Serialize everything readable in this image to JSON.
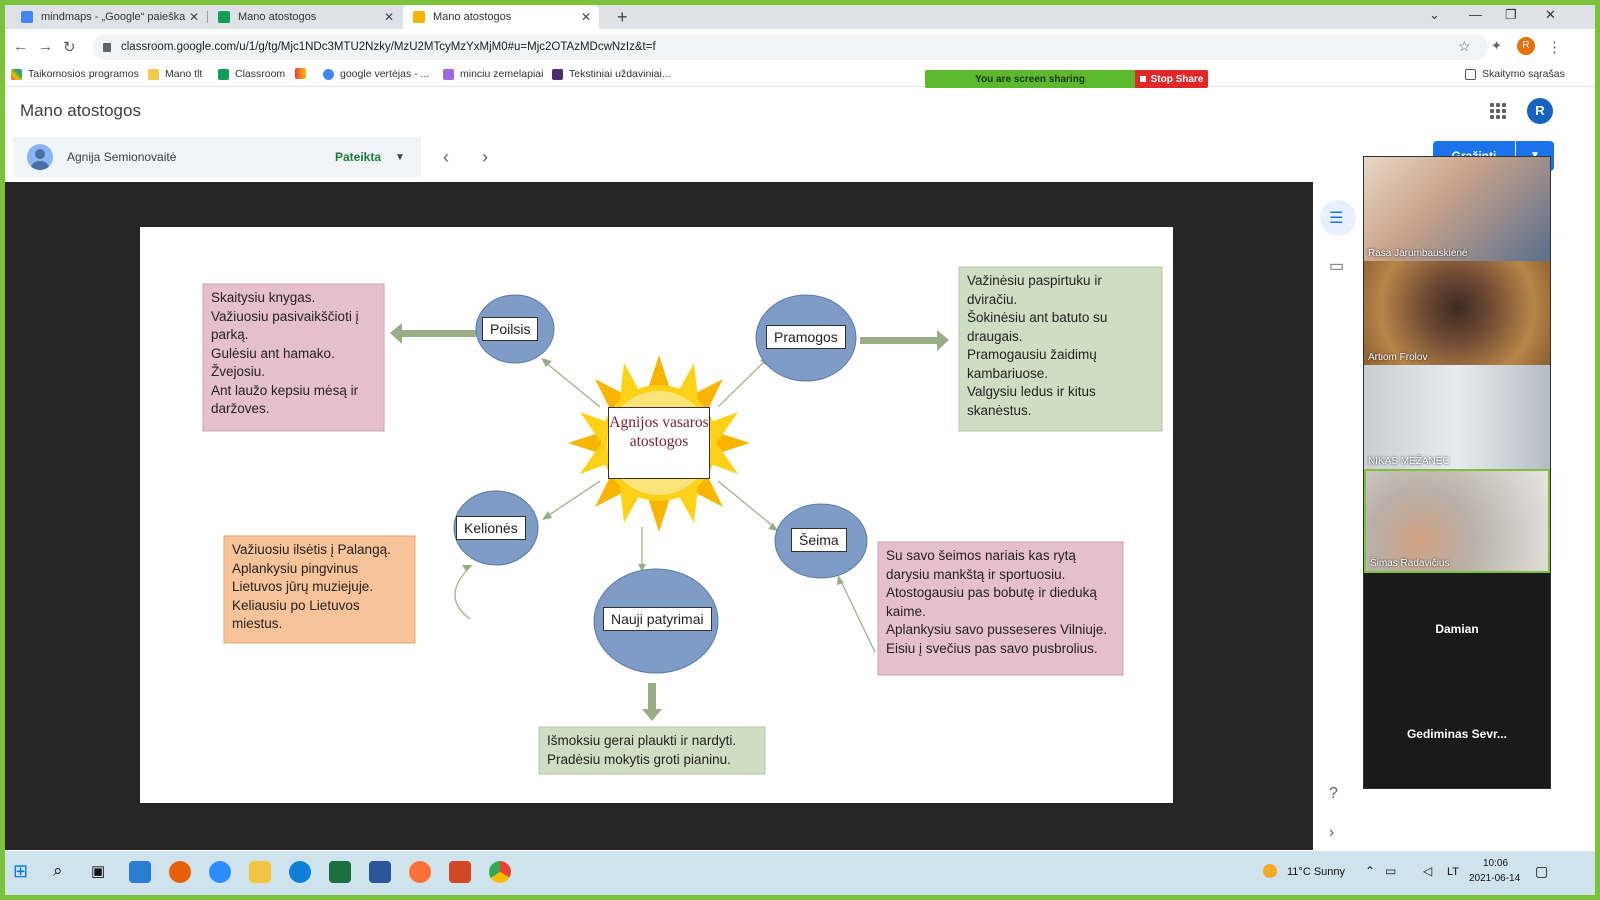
{
  "browser": {
    "tabs": [
      {
        "title": "mindmaps - „Google“ paieška",
        "active": false
      },
      {
        "title": "Mano atostogos",
        "active": false
      },
      {
        "title": "Mano atostogos",
        "active": true
      }
    ],
    "url": "classroom.google.com/u/1/g/tg/Mjc1NDc3MTU2Nzky/MzU2MTcyMzYxMjM0#u=Mjc2OTAzMDcwNzIz&t=f",
    "profile_initial": "R",
    "bookmarks": [
      "Taikomosios programos",
      "Mano tlt",
      "Classroom",
      "google vertėjas - ...",
      "minciu zemelapiai",
      "Tekstiniai uždaviniai..."
    ],
    "reading_list": "Skaitymo sąrašas"
  },
  "screen_share": {
    "status": "You are screen sharing",
    "stop_label": "Stop Share"
  },
  "classroom": {
    "title": "Mano atostogos",
    "student_name": "Agnija Semionovaitė",
    "status": "Pateikta",
    "grade_button": "Grąžinti",
    "avatar_initial": "R"
  },
  "mindmap": {
    "center": "Agnijos vasaros atostogos",
    "nodes": {
      "poilsis": "Poilsis",
      "pramogos": "Pramogos",
      "keliones": "Kelionės",
      "seima": "Šeima",
      "patyrimai": "Nauji patyrimai"
    },
    "boxes": {
      "poilsis": "Skaitysiu knygas.\nVažiuosiu pasivaikščioti į parką.\nGulėsiu ant hamako.\nŽvejosiu.\nAnt laužo kepsiu mėsą ir daržoves.",
      "pramogos": "Važinėsiu paspirtuku ir dviračiu.\nŠokinėsiu ant batuto su draugais.\nPramogausiu žaidimų kambariuose.\nValgysiu ledus ir kitus skanėstus.",
      "keliones": "Važiuosiu ilsėtis į Palangą.\nAplankysiu pingvinus Lietuvos jūrų muziejuje.\nKeliausiu po Lietuvos miestus.",
      "seima": "Su savo šeimos nariais kas rytą darysiu mankštą ir sportuosiu.\nAtostogausiu pas bobutę ir dieduką kaime.\nAplankysiu savo pusseseres Vilniuje.\nEisiu į svečius pas savo pusbrolius.",
      "patyrimai": "Išmoksiu gerai plaukti ir nardyti.\nPradėsiu mokytis groti pianinu."
    },
    "colors": {
      "pink": "#e6bfcd",
      "green": "#cfddc2",
      "orange": "#f9c39a",
      "circle": "#7f9cc6",
      "arrow": "#9aae86",
      "sun": "#f7b500"
    }
  },
  "participants": [
    {
      "name": "Rasa Jarumbauskienė",
      "video": true
    },
    {
      "name": "Artiom Frolov",
      "video": true
    },
    {
      "name": "NIKAS MEŽANEC",
      "video": true
    },
    {
      "name": "Šimas Radavičius",
      "video": true
    },
    {
      "name": "Damian",
      "video": false
    },
    {
      "name": "Gediminas Sevr...",
      "video": false
    }
  ],
  "taskbar": {
    "weather": "11°C  Sunny",
    "lang": "LT",
    "time": "10:06",
    "date": "2021-06-14"
  }
}
